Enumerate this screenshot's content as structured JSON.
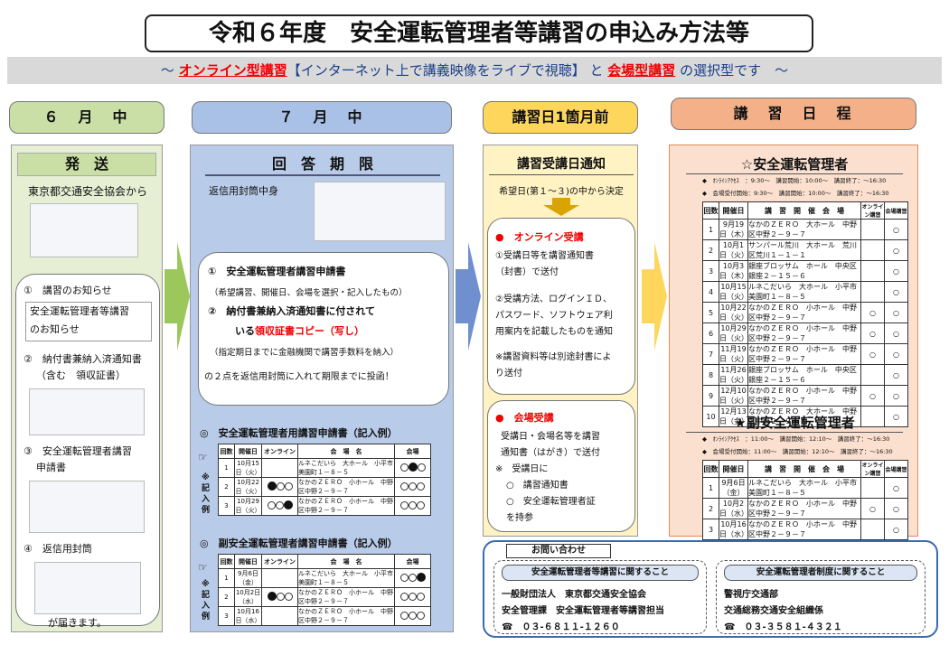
{
  "title": "令和６年度　安全運転管理者等講習の申込み方法等",
  "banner": {
    "prefix": "～",
    "online": "オンライン型講習",
    "online_desc": "【インターネット上で講義映像をライブで視聴】",
    "and": "と",
    "venue": "会場型講習",
    "suffix": "の選択型です　～"
  },
  "col1": {
    "head": "６　月　中",
    "title": "発　送",
    "from": "東京都交通安全協会から",
    "item1": "①　講習のお知らせ",
    "item1_box1": "安全運転管理者等講習",
    "item1_box2": "のお知らせ",
    "item2": "②　納付書兼納入済通知書",
    "item2b": "（含む　領収証書）",
    "item3": "③　安全運転管理者講習",
    "item3b": "申請書",
    "item4": "④　返信用封筒",
    "footer": "が届きます。"
  },
  "col2": {
    "head": "７　月　中",
    "title": "回　答　期　限",
    "env": "返信用封筒中身",
    "l1": "①　安全運転管理者講習申請書",
    "l2": "（希望講習、開催日、会場を選択・記入したもの）",
    "l3": "②　納付書兼納入済通知書に付されて",
    "l4a": "いる",
    "l4b": "領収証書コピー（写し）",
    "l5": "（指定期日までに金融機関で講習手数料を納入）",
    "l6": "の２点を返信用封筒に入れて期限までに投函！",
    "ex1_title": "◎　安全運転管理者用講習申請書（記入例）",
    "ex2_title": "◎　副安全運転管理者講習申請書（記入例）",
    "ex_side": "※記入例",
    "ex_headers": [
      "回数",
      "開催日",
      "オンライン",
      "会　場　名",
      "会場"
    ],
    "ex1_rows": [
      {
        "n": "1",
        "d": "10月15日（火）",
        "v": "ルネこだいら　大ホール　小平市美園町１－８－５"
      },
      {
        "n": "2",
        "d": "10月22日（火）",
        "v": "なかのＺＥＲＯ　小ホール　中野区中野２－９－７"
      },
      {
        "n": "3",
        "d": "10月29日（火）",
        "v": "なかのＺＥＲＯ　小ホール　中野区中野２－９－７"
      }
    ],
    "ex2_rows": [
      {
        "n": "1",
        "d": "9月6日（金）",
        "v": "ルネこだいら　大ホール　小平市美園町１－８－５"
      },
      {
        "n": "2",
        "d": "10月2日（水）",
        "v": "なかのＺＥＲＯ　小ホール　中野区中野２－９－７"
      },
      {
        "n": "3",
        "d": "10月16日（水）",
        "v": "なかのＺＥＲＯ　小ホール　中野区中野２－９－７"
      }
    ]
  },
  "col3": {
    "head": "講習日1箇月前",
    "title": "講習受講日通知",
    "sub": "希望日(第１～３)の中から決定",
    "online_head": "●　オンライン受講",
    "o1": "①受講日等を講習通知書",
    "o2": "（封書）で送付",
    "o3": "②受講方法、ログインＩＤ、",
    "o4": "パスワード、ソフトウェア利",
    "o5": "用案内を記載したものを通知",
    "o6": "※講習資料等は別途封書によ",
    "o7": "り送付",
    "venue_head": "●　会場受講",
    "v1": "受講日・会場名等を講習",
    "v2": "通知書（はがき）で送付",
    "v3": "※　受講日に",
    "v4": "○　講習通知書",
    "v5": "○　安全運転管理者証",
    "v6": "を持参"
  },
  "col4": {
    "head": "講　習　日　程",
    "s1_title": "☆安全運転管理者",
    "s1_info1": "◆　ｵﾝﾗｲﾝｱｸｾｽ　：9:30～　講習開始：10:00～　講習終了：～16:30",
    "s1_info2": "◆　会場受付開始：9:30～　講習開始：10:00～　講習終了：～16:30",
    "headers": [
      "回数",
      "開催日",
      "講　習　開　催　会　場",
      "オンライン講習",
      "会場講習"
    ],
    "s1_rows": [
      {
        "n": "1",
        "d": "9月19日（木）",
        "v": "なかのＺＥＲＯ　大ホール　中野区中野２－９－７",
        "o": "",
        "c": "○"
      },
      {
        "n": "2",
        "d": "10月1日（火）",
        "v": "サンパール荒川　大ホール　荒川区荒川１－１－１",
        "o": "",
        "c": "○"
      },
      {
        "n": "3",
        "d": "10月3日（木）",
        "v": "銀座ブロッサム　ホール　中央区銀座２－１５－６",
        "o": "",
        "c": "○"
      },
      {
        "n": "4",
        "d": "10月15日（火）",
        "v": "ルネこだいら　大ホール　小平市美園町１－８－５",
        "o": "",
        "c": "○"
      },
      {
        "n": "5",
        "d": "10月22日（火）",
        "v": "なかのＺＥＲＯ　小ホール　中野区中野２－９－７",
        "o": "○",
        "c": "○"
      },
      {
        "n": "6",
        "d": "10月29日（火）",
        "v": "なかのＺＥＲＯ　小ホール　中野区中野２－９－７",
        "o": "○",
        "c": "○"
      },
      {
        "n": "7",
        "d": "11月19日（火）",
        "v": "なかのＺＥＲＯ　小ホール　中野区中野２－９－７",
        "o": "○",
        "c": "○"
      },
      {
        "n": "8",
        "d": "11月26日（火）",
        "v": "銀座ブロッサム　ホール　中央区銀座２－１５－６",
        "o": "",
        "c": "○"
      },
      {
        "n": "9",
        "d": "12月10日（火）",
        "v": "なかのＺＥＲＯ　小ホール　中野区中野２－９－７",
        "o": "○",
        "c": "○"
      },
      {
        "n": "10",
        "d": "12月13日（金）",
        "v": "なかのＺＥＲＯ　大ホール　中野区中野２－９－７",
        "o": "",
        "c": "○"
      }
    ],
    "s2_title": "★副安全運転管理者",
    "s2_info1": "◆　ｵﾝﾗｲﾝｱｸｾｽ　：11:00～　講習開始：12:10～　講習終了：～16:30",
    "s2_info2": "◆　会場受付開始：11:00～　講習開始：12:10～　講習終了：～16:30",
    "s2_rows": [
      {
        "n": "1",
        "d": "9月6日（金）",
        "v": "ルネこだいら　大ホール　小平市美園町１－８－５",
        "o": "",
        "c": "○"
      },
      {
        "n": "2",
        "d": "10月2日（水）",
        "v": "なかのＺＥＲＯ　小ホール　中野区中野２－９－７",
        "o": "○",
        "c": "○"
      },
      {
        "n": "3",
        "d": "10月16日（水）",
        "v": "なかのＺＥＲＯ　小ホール　中野区中野２－９－７",
        "o": "",
        "c": "○"
      }
    ]
  },
  "contact": {
    "head": "お問い合わせ",
    "a_head": "安全運転管理者等講習に関すること",
    "a1": "一般財団法人　東京都交通安全協会",
    "a2": "安全管理課　安全運転管理者等講習担当",
    "a3": "☎　０３-６８１１-１２６０",
    "b_head": "安全運転管理者制度に関すること",
    "b1": "警視庁交通部",
    "b2": "交通総務交通安全組織係",
    "b3": "☎　０３-３５８１-４３２１"
  }
}
